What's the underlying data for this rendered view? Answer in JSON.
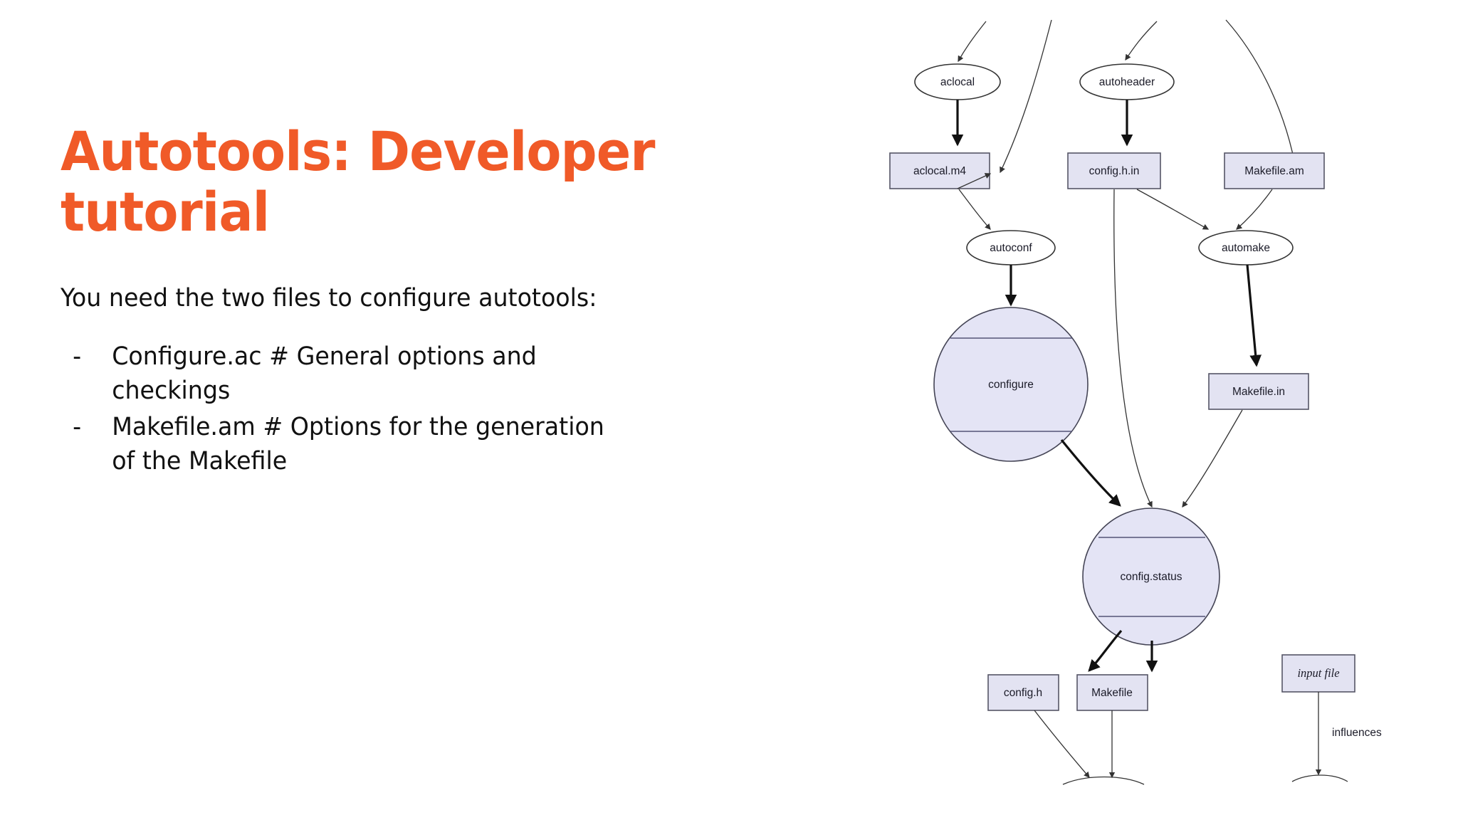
{
  "slide": {
    "title": "Autotools: Developer tutorial",
    "lead": "You need the two files to configure autotools:",
    "bullet_marker": "-",
    "bullets": [
      "Configure.ac # General options and checkings",
      "Makefile.am  # Options for the generation of the Makefile"
    ],
    "accent_color": "#f05a28",
    "text_color": "#111111",
    "background_color": "#ffffff"
  },
  "diagram": {
    "name": "autotools-build-flow-diagram",
    "box_fill": "#e3e3f2",
    "box_stroke": "#555566",
    "nodes": {
      "aclocal": "aclocal",
      "autoheader": "autoheader",
      "aclocal_m4": "aclocal.m4",
      "config_h_in": "config.h.in",
      "makefile_am": "Makefile.am",
      "autoconf": "autoconf",
      "automake": "automake",
      "configure": "configure",
      "makefile_in": "Makefile.in",
      "config_status": "config.status",
      "config_h": "config.h",
      "makefile": "Makefile"
    },
    "legend": {
      "input_file": "input file",
      "influences": "influences"
    }
  }
}
